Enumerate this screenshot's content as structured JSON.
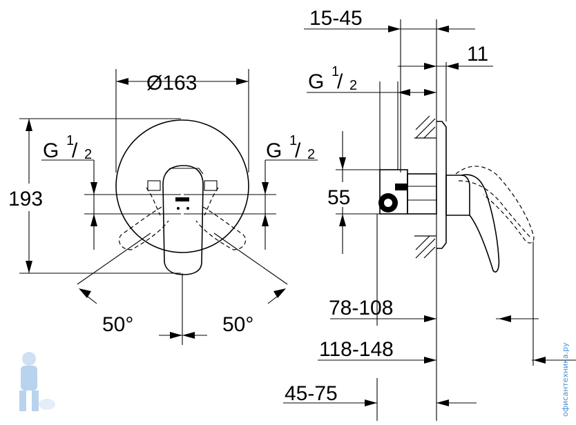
{
  "front_view": {
    "diameter_label": "Ø163",
    "height_label": "193",
    "thread_left": {
      "main": "G",
      "num": "1",
      "den": "2"
    },
    "thread_right": {
      "main": "G",
      "num": "1",
      "den": "2"
    },
    "angle_left": "50°",
    "angle_right": "50°"
  },
  "side_view": {
    "dim_top": "15-45",
    "dim_11": "11",
    "thread": {
      "main": "G",
      "num": "1",
      "den": "2"
    },
    "dim_55": "55",
    "dim_78_108": "78-108",
    "dim_118_148": "118-148",
    "dim_45_75": "45-75"
  },
  "watermark": "офисантехника.ру",
  "colors": {
    "line": "#000000",
    "watermark": "#4a8fd0"
  }
}
